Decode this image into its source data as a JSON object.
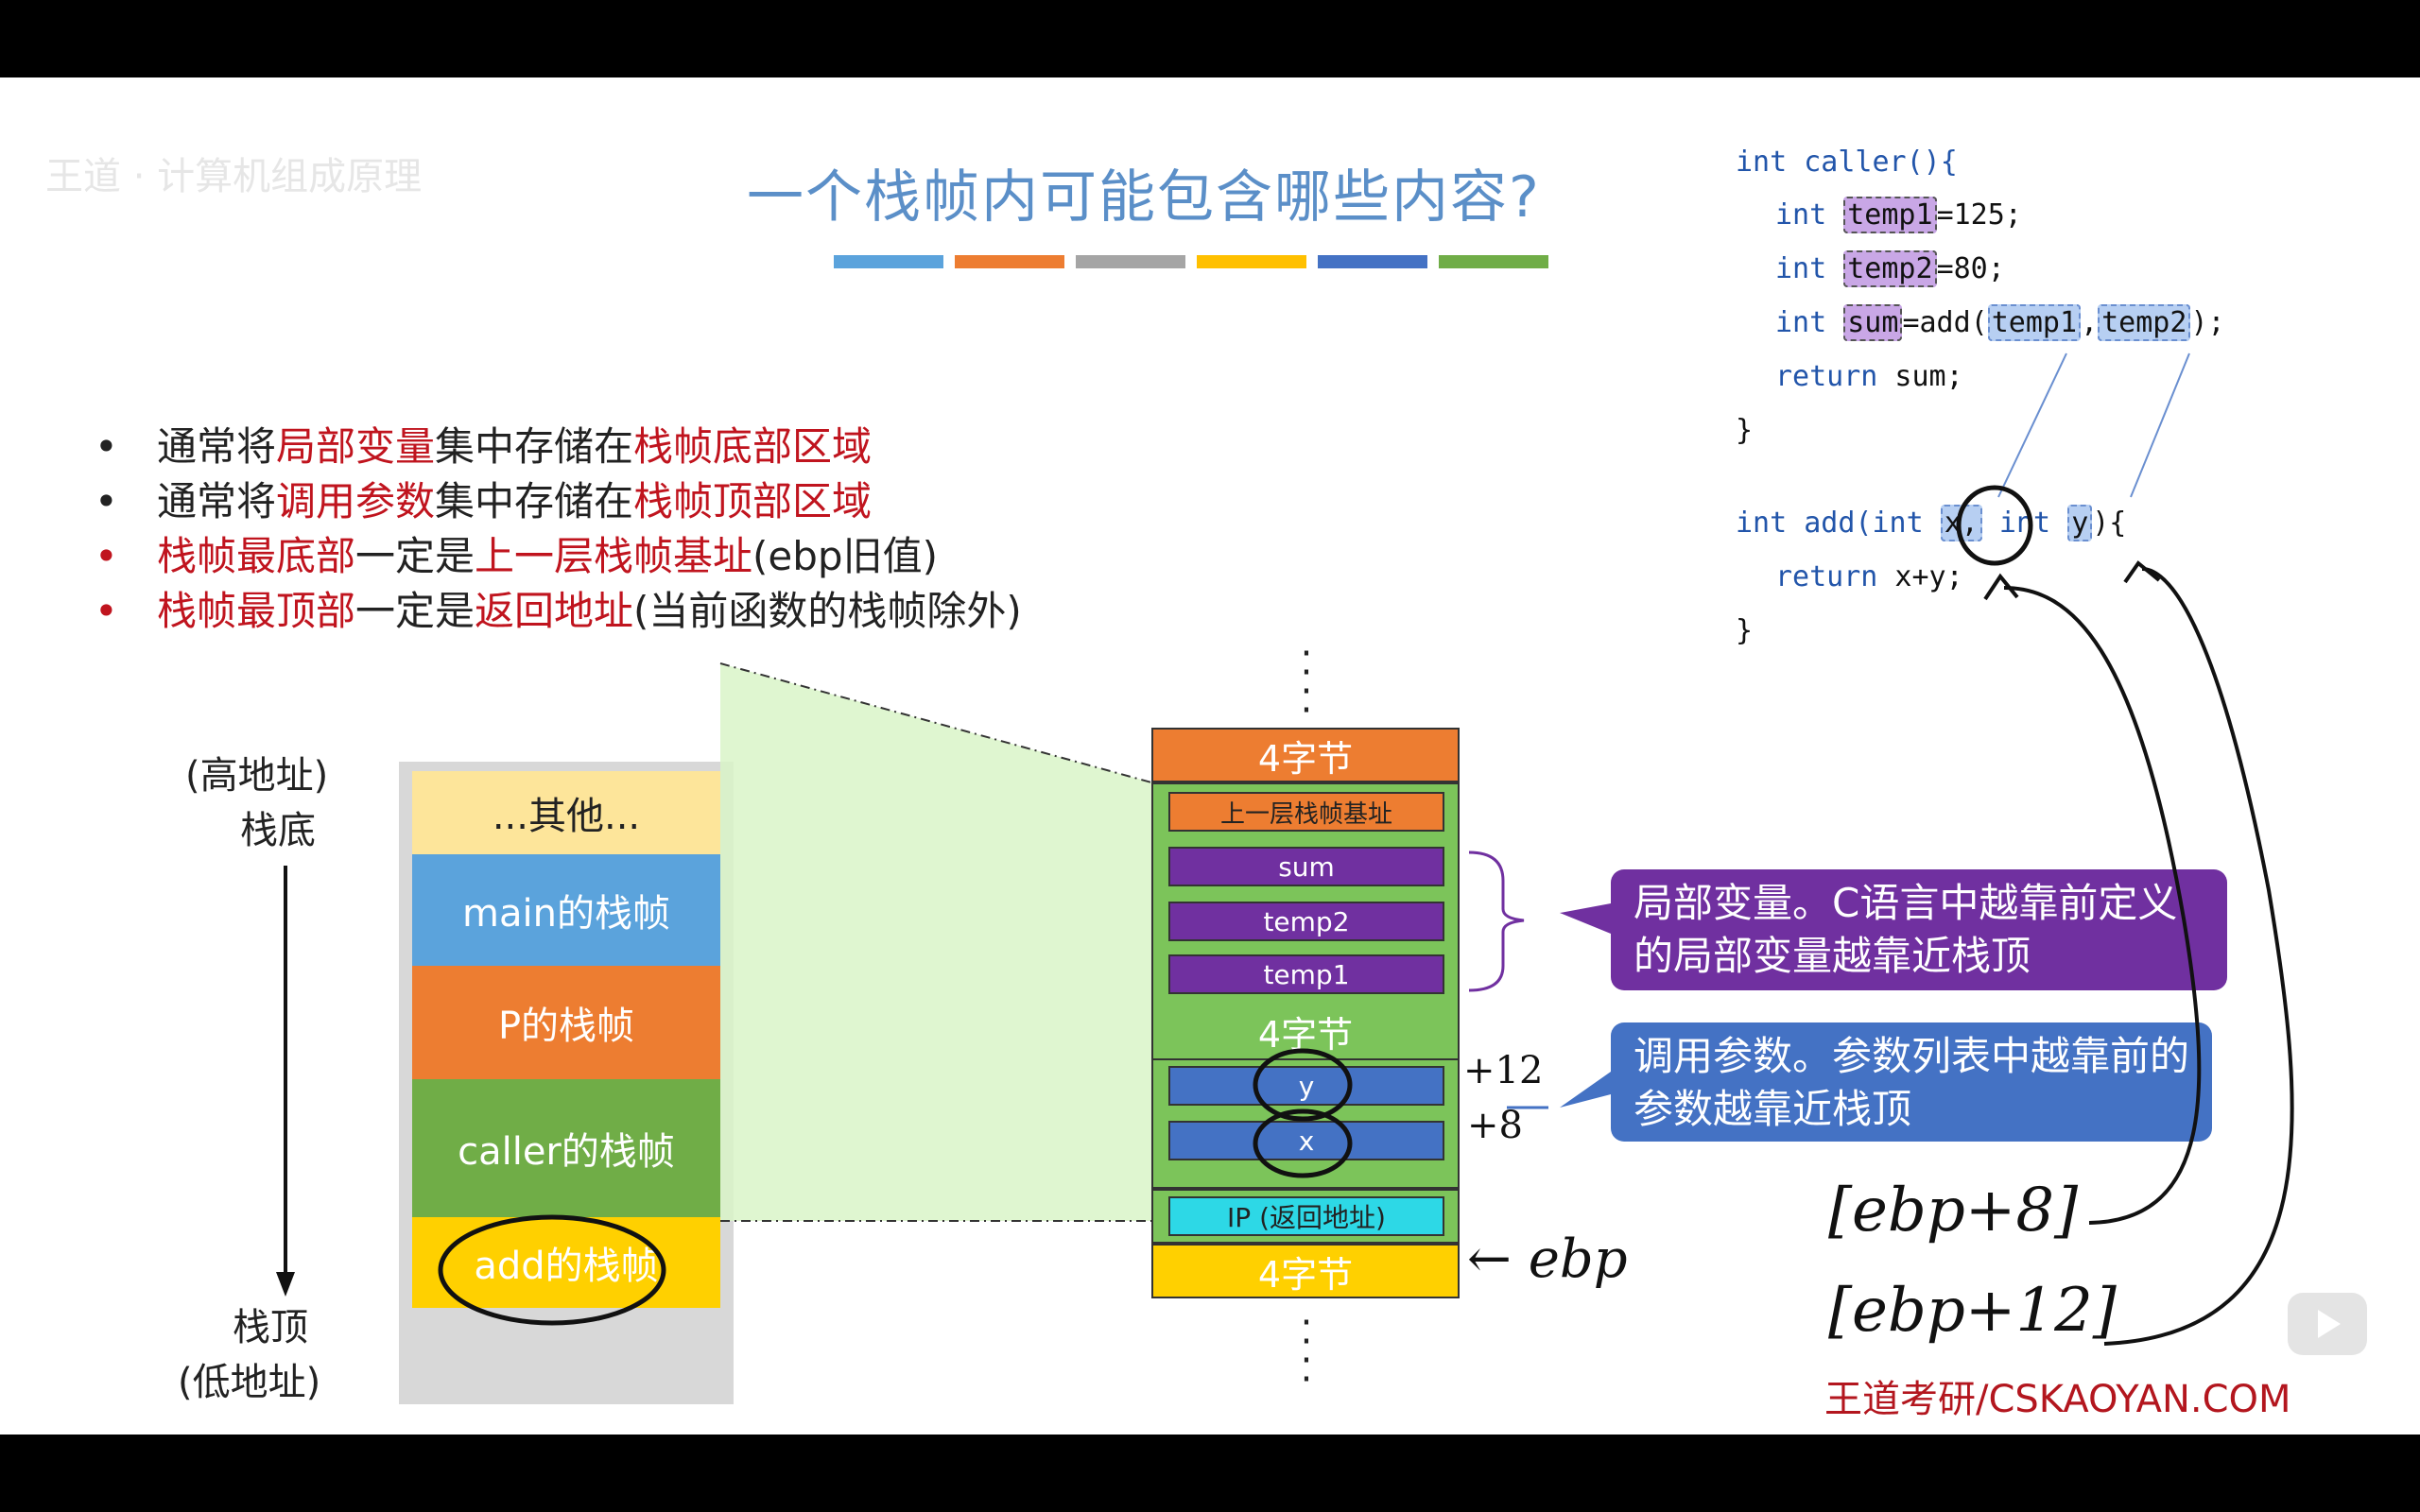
{
  "slide": {
    "watermark_faded": "王道 · 计算机组成原理",
    "title": "一个栈帧内可能包含哪些内容?",
    "color_bar": [
      "#5ba3dc",
      "#ed7d31",
      "#a5a5a5",
      "#ffc000",
      "#4472c4",
      "#70ad47"
    ],
    "bullets": [
      {
        "parts": [
          {
            "t": "通常将"
          },
          {
            "t": "局部变量",
            "red": true
          },
          {
            "t": "集中存储在"
          },
          {
            "t": "栈帧底部区域",
            "red": true
          }
        ],
        "dot_red": false
      },
      {
        "parts": [
          {
            "t": "通常将"
          },
          {
            "t": "调用参数",
            "red": true
          },
          {
            "t": "集中存储在"
          },
          {
            "t": "栈帧顶部区域",
            "red": true
          }
        ],
        "dot_red": false
      },
      {
        "parts": [
          {
            "t": "栈帧最底部",
            "red": true
          },
          {
            "t": "一定是"
          },
          {
            "t": "上一层栈帧基址",
            "red": true
          },
          {
            "t": "(ebp旧值)"
          }
        ],
        "dot_red": true
      },
      {
        "parts": [
          {
            "t": "栈帧最顶部",
            "red": true
          },
          {
            "t": "一定是"
          },
          {
            "t": "返回地址",
            "red": true
          },
          {
            "t": "(当前函数的栈帧除外)"
          }
        ],
        "dot_red": true
      }
    ],
    "code": {
      "l1_kw": "int",
      "l1_rest": " caller(){",
      "l2_kw": "int",
      "l2_var": "temp1",
      "l2_rest": "=125;",
      "l3_kw": "int",
      "l3_var": "temp2",
      "l3_rest": "=80;",
      "l4_kw": "int",
      "l4_var": "sum",
      "l4_mid": "=add(",
      "l4_a1": "temp1",
      "l4_comma": ",",
      "l4_a2": "temp2",
      "l4_end": ");",
      "l5_kw": "return",
      "l5_rest": " sum;",
      "l6": "}",
      "l7_kw": "int",
      "l7_fn": " add(",
      "l7_kw2": "int",
      "l7_x": "x,",
      "l7_kw3": " int",
      "l7_y": "y",
      "l7_end": "){",
      "l8_kw": "return",
      "l8_rest": " x+y;",
      "l9": "}"
    },
    "left_stack": {
      "top_label_1": "(高地址)",
      "top_label_2": "栈底",
      "bottom_label_1": "栈顶",
      "bottom_label_2": "(低地址)",
      "blocks": [
        "...其他...",
        "main的栈帧",
        "P的栈帧",
        "caller的栈帧",
        "add的栈帧"
      ]
    },
    "frame_detail": {
      "top_4bytes": "4字节",
      "old_ebp": "上一层栈帧基址",
      "sum": "sum",
      "temp2": "temp2",
      "temp1": "temp1",
      "mid_4bytes": "4字节",
      "y": "y",
      "x": "x",
      "ip": "IP (返回地址)",
      "bottom_4bytes": "4字节"
    },
    "callouts": {
      "local": "局部变量。C语言中越靠前定义的局部变量越靠近栈顶",
      "params": "调用参数。参数列表中越靠前的参数越靠近栈顶"
    },
    "handwriting": {
      "plus12": "+12",
      "plus8": "+8",
      "ebp": "← ebp",
      "ebp8": "[ebp+8]",
      "ebp12": "[ebp+12]"
    },
    "brand": "王道考研/CSKAOYAN.COM"
  }
}
